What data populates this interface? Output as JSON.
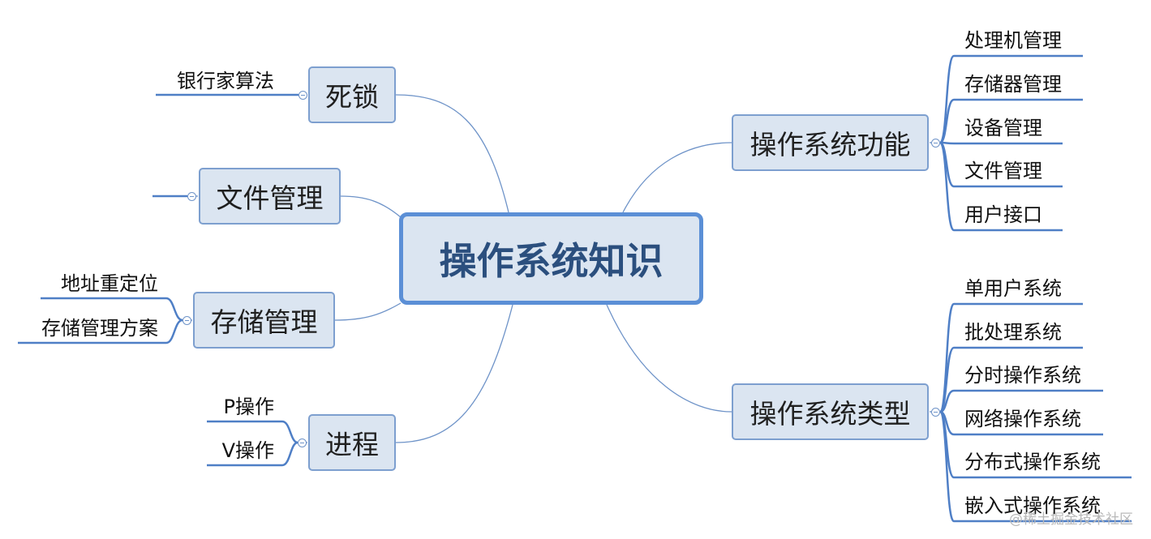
{
  "center": {
    "label": "操作系统知识"
  },
  "branches": [
    {
      "id": "deadlock",
      "label": "死锁",
      "side": "left",
      "children": [
        "银行家算法"
      ]
    },
    {
      "id": "file",
      "label": "文件管理",
      "side": "left",
      "children": []
    },
    {
      "id": "storage",
      "label": "存储管理",
      "side": "left",
      "children": [
        "地址重定位",
        "存储管理方案"
      ]
    },
    {
      "id": "process",
      "label": "进程",
      "side": "left",
      "children": [
        "P操作",
        "V操作"
      ]
    },
    {
      "id": "functions",
      "label": "操作系统功能",
      "side": "right",
      "children": [
        "处理机管理",
        "存储器管理",
        "设备管理",
        "文件管理",
        "用户接口"
      ]
    },
    {
      "id": "types",
      "label": "操作系统类型",
      "side": "right",
      "children": [
        "单用户系统",
        "批处理系统",
        "分时操作系统",
        "网络操作系统",
        "分布式操作系统",
        "嵌入式操作系统"
      ]
    }
  ],
  "watermark": "@稀土掘金技术社区",
  "colors": {
    "node_fill": "#dbe5f1",
    "node_border": "#7d9fcf",
    "center_border": "#5b8fd6",
    "link": "#6e93c8",
    "leaf_line": "#4f7fc6"
  }
}
